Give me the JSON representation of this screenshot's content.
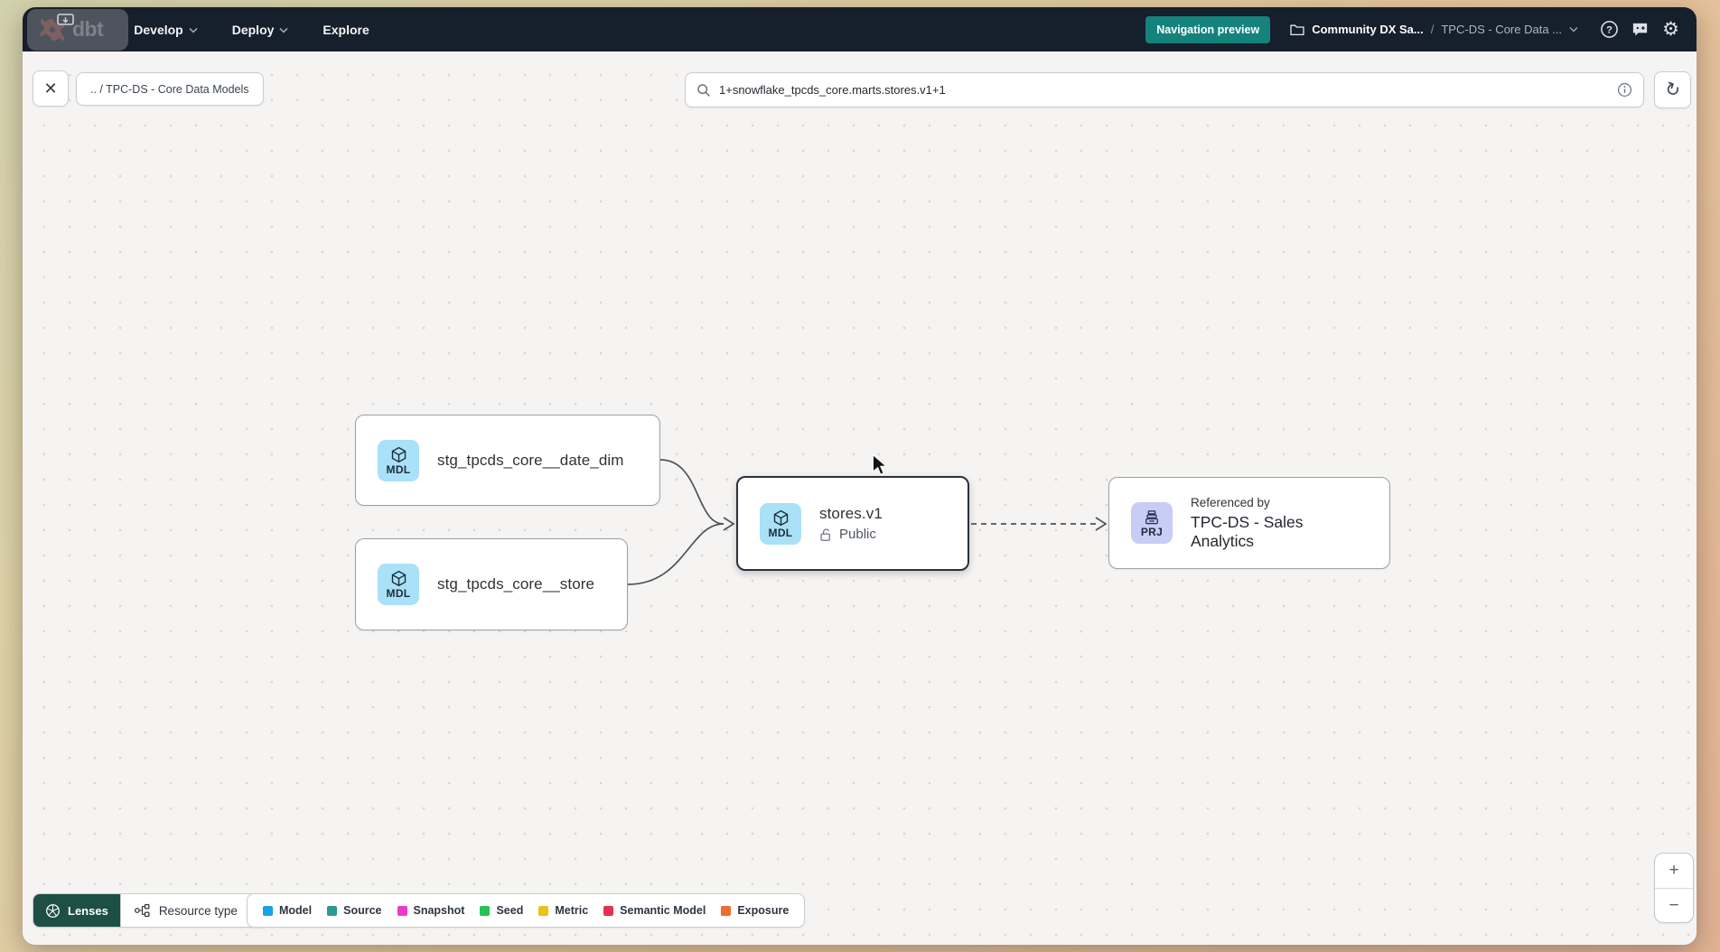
{
  "navbar": {
    "logo_text": "dbt",
    "menu": [
      {
        "label": "Develop"
      },
      {
        "label": "Deploy"
      },
      {
        "label": "Explore"
      }
    ],
    "preview_badge": "Navigation preview",
    "breadcrumb": {
      "project": "Community DX Sa...",
      "separator": "/",
      "section": "TPC-DS - Core Data ..."
    }
  },
  "toolbar": {
    "close_glyph": "✕",
    "path_chip": ".. / TPC-DS - Core Data Models",
    "search_value": "1+snowflake_tpcds_core.marts.stores.v1+1",
    "refresh_glyph": "↻"
  },
  "graph": {
    "nodes": [
      {
        "badge": "MDL",
        "title": "stg_tpcds_core__date_dim"
      },
      {
        "badge": "MDL",
        "title": "stg_tpcds_core__store"
      },
      {
        "badge": "MDL",
        "title": "stores.v1",
        "subtitle": "Public"
      },
      {
        "badge": "PRJ",
        "pretitle": "Referenced by",
        "title": "TPC-DS - Sales Analytics"
      }
    ]
  },
  "footer": {
    "lenses_label": "Lenses",
    "resource_type_label": "Resource type",
    "legend": [
      {
        "label": "Model",
        "color": "#1aa2e6"
      },
      {
        "label": "Source",
        "color": "#2b9a90"
      },
      {
        "label": "Snapshot",
        "color": "#e93cc8"
      },
      {
        "label": "Seed",
        "color": "#25c253"
      },
      {
        "label": "Metric",
        "color": "#e9c318"
      },
      {
        "label": "Semantic Model",
        "color": "#e23450"
      },
      {
        "label": "Exposure",
        "color": "#ee6c2e"
      }
    ],
    "zoom_in": "+",
    "zoom_out": "−"
  },
  "colors": {
    "navbar_bg": "#161f2c",
    "accent_teal": "#15837c",
    "lenses_green": "#1d4f45",
    "brand_orange": "#ff5c35",
    "mdl_badge": "#a8e1f8",
    "prj_badge": "#c7cdf4",
    "selected_border": "#2a323d"
  }
}
